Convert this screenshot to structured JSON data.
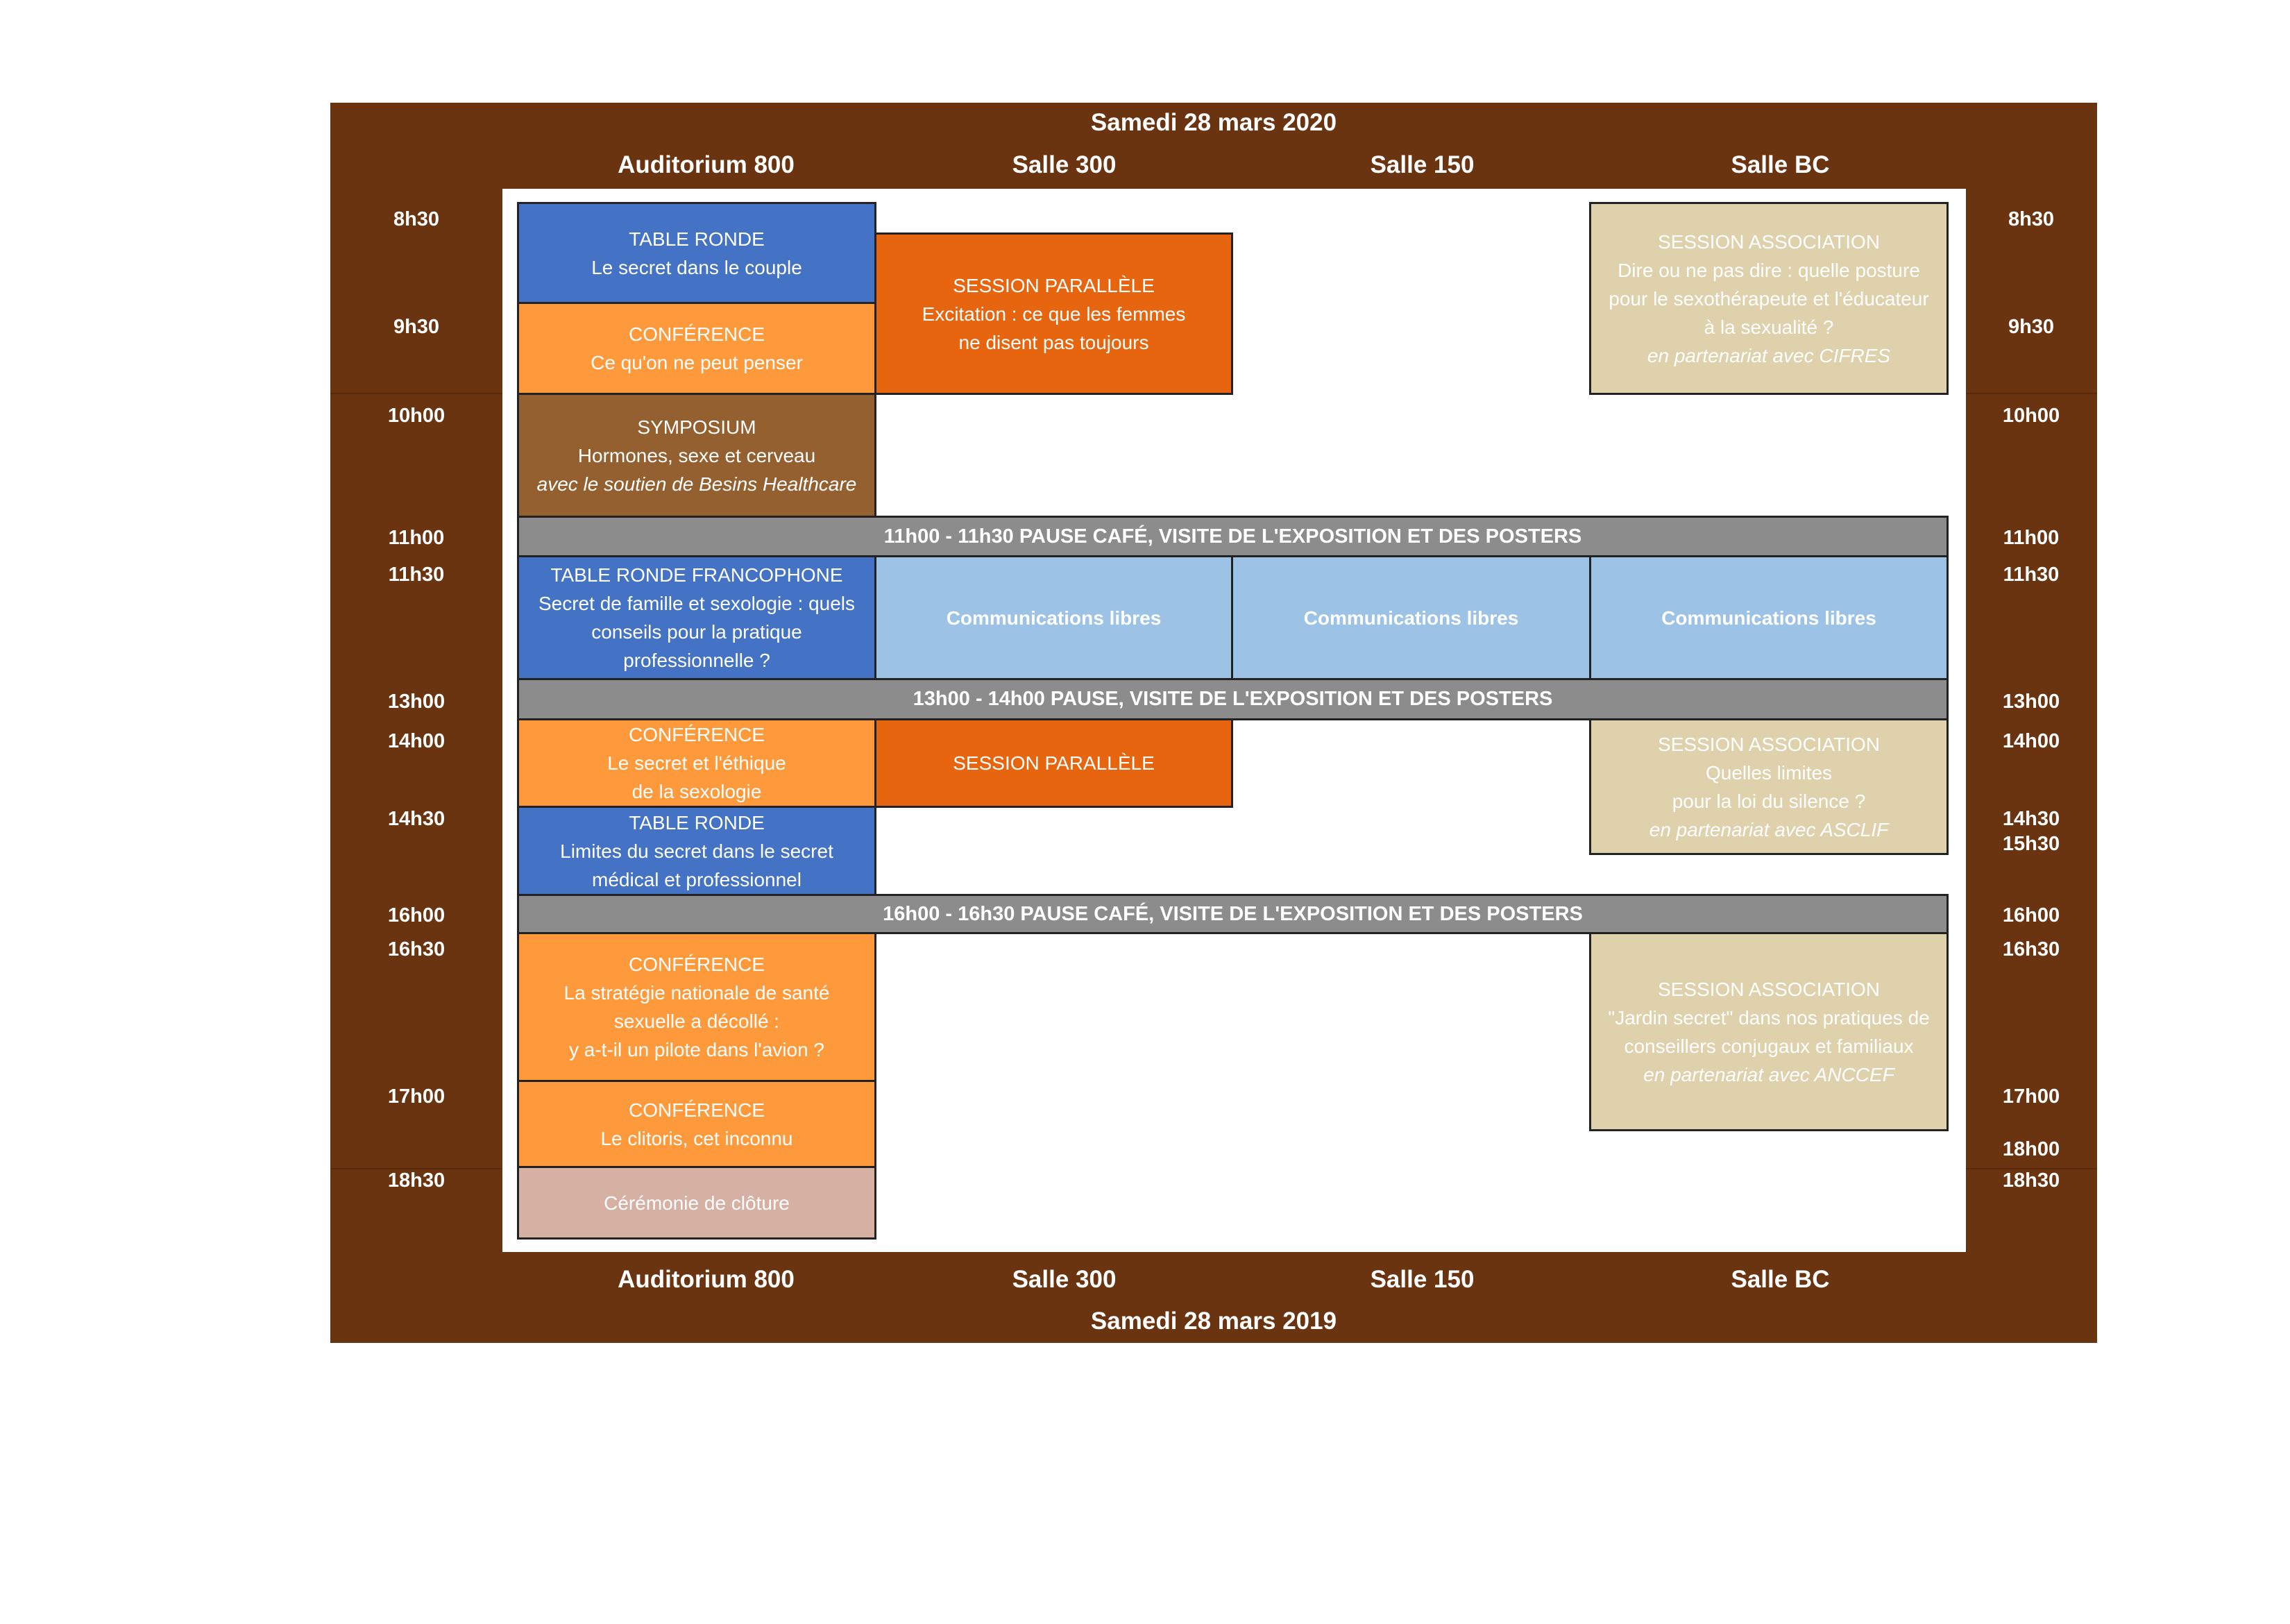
{
  "top_date": "Samedi 28 mars 2020",
  "bottom_date": "Samedi 28 mars 2019",
  "rooms": [
    "Auditorium 800",
    "Salle 300",
    "Salle 150",
    "Salle BC"
  ],
  "times_left": [
    "8h30",
    "9h30",
    "10h00",
    "11h00",
    "11h30",
    "13h00",
    "14h00",
    "14h30",
    "16h00",
    "16h30",
    "17h00",
    "18h30"
  ],
  "times_right": [
    "8h30",
    "9h30",
    "10h00",
    "11h00",
    "11h30",
    "13h00",
    "14h00",
    "14h30",
    "15h30",
    "16h00",
    "16h30",
    "17h00",
    "18h00",
    "18h30"
  ],
  "events": {
    "table_ronde_1": {
      "title": "TABLE RONDE",
      "l1": "Le secret dans le couple"
    },
    "conference_1": {
      "title": "CONFÉRENCE",
      "l1": "Ce qu'on ne peut penser"
    },
    "symposium": {
      "title": "SYMPOSIUM",
      "l1": "Hormones, sexe et cerveau",
      "l2_a": "avec ",
      "l2_b": "le soutien de Besins Healthcare"
    },
    "session_parallele_1": {
      "title": "SESSION PARALLÈLE",
      "l1": "Excitation : ce que les femmes",
      "l2": "ne disent pas toujours"
    },
    "session_asso_1": {
      "title": "SESSION ASSOCIATION",
      "l1": "Dire ou ne pas dire : quelle posture",
      "l2": "pour le sexothérapeute et l'éducateur",
      "l3": "à la sexualité ?",
      "l4": "en partenariat avec CIFRES"
    },
    "pause_1": "11h00 - 11h30 PAUSE CAFÉ, VISITE DE L'EXPOSITION ET DES POSTERS",
    "table_ronde_franco": {
      "title": "TABLE RONDE FRANCOPHONE",
      "l1": "Secret de famille et sexologie : quels",
      "l2": "conseils pour la pratique",
      "l3": "professionnelle ?"
    },
    "comm_libres": "Communications libres",
    "pause_2": "13h00 - 14h00 PAUSE, VISITE DE L'EXPOSITION ET DES POSTERS",
    "conference_2": {
      "title": "CONFÉRENCE",
      "l1": "Le secret et l'éthique",
      "l2": "de la sexologie"
    },
    "session_parallele_2": {
      "title": "SESSION PARALLÈLE"
    },
    "session_asso_2": {
      "title": "SESSION ASSOCIATION",
      "l1": "Quelles limites",
      "l2": "pour la loi du silence ?",
      "l3": "en partenariat avec ASCLIF"
    },
    "table_ronde_2": {
      "title": "TABLE RONDE",
      "l1": "Limites du secret dans le secret",
      "l2": "médical et professionnel"
    },
    "pause_3": "16h00 - 16h30 PAUSE CAFÉ, VISITE DE L'EXPOSITION ET DES POSTERS",
    "conference_3": {
      "title": "CONFÉRENCE",
      "l1": "La stratégie nationale de santé",
      "l2": "sexuelle a décollé :",
      "l3": "y a-t-il un pilote dans l'avion ?"
    },
    "session_asso_3": {
      "title": "SESSION ASSOCIATION",
      "l1": "\"Jardin secret\" dans nos pratiques de",
      "l2": "conseillers conjugaux et familiaux",
      "l3": "en partenariat avec ANCCEF"
    },
    "conference_4": {
      "title": "CONFÉRENCE",
      "l1": "Le clitoris, cet inconnu"
    },
    "ceremonie": {
      "title": "Cérémonie de clôture"
    }
  },
  "colors": {
    "frame": "#6b3411",
    "blue": "#4472c4",
    "orange": "#ff9a3c",
    "dark_orange": "#e8650f",
    "brown": "#956030",
    "beige": "#ded1ab",
    "light_blue": "#9cc3e6",
    "grey": "#8c8c8c",
    "pink": "#d7b0a4"
  }
}
